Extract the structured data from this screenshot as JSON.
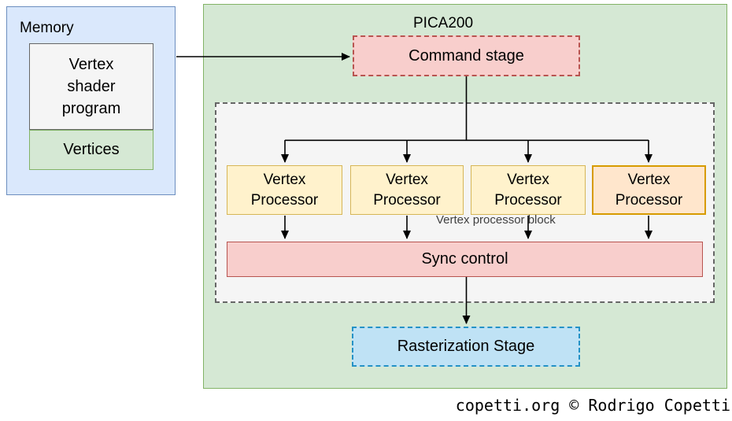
{
  "diagram": {
    "memory": {
      "title": "Memory",
      "vertex_shader_program_label": "Vertex\nshader\nprogram",
      "vertices_label": "Vertices"
    },
    "pica200": {
      "title": "PICA200",
      "command_stage_label": "Command stage",
      "vertex_processor_block": {
        "title": "Vertex processor block",
        "processors": [
          "Vertex\nProcessor",
          "Vertex\nProcessor",
          "Vertex\nProcessor",
          "Vertex\nProcessor"
        ]
      },
      "sync_control_label": "Sync control",
      "rasterization_stage_label": "Rasterization Stage"
    }
  },
  "footer": {
    "credit": "copetti.org © Rodrigo Copetti"
  },
  "colors": {
    "blue_fill": "#dae8fc",
    "blue_border": "#6c8ebf",
    "green_fill": "#d5e8d4",
    "green_border": "#82b366",
    "gray_fill": "#f5f5f5",
    "gray_border": "#666666",
    "red_fill": "#f8cecc",
    "red_border": "#b85450",
    "yellow_fill": "#fff2cc",
    "yellow_border": "#d6b656",
    "orange_fill": "#ffe6cc",
    "orange_border": "#d79b00",
    "cyan_fill": "#bfe2f5",
    "cyan_border": "#2492c6"
  }
}
